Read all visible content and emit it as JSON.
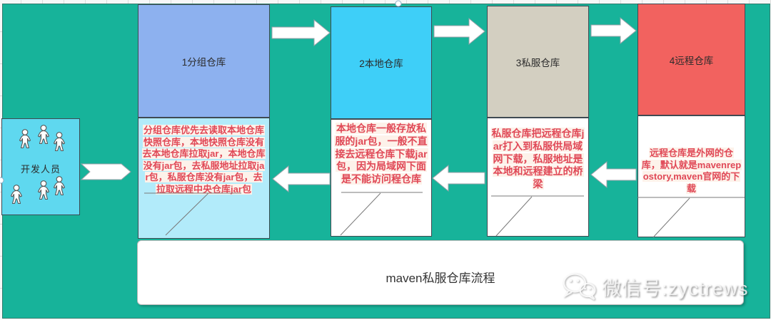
{
  "diagram": {
    "title": "maven私服仓库流程",
    "developers_label": "开发人员",
    "stages": [
      {
        "label": "1分组仓库",
        "fill": "#8db1ef",
        "note": "分组仓库优先去读取本地仓库快照仓库，本地快照仓库没有去本地仓库拉取jar，本地仓库没有jar包，去私服地址拉取jar包，私服仓库没有jar包，去拉取远程中央仓库jar包",
        "note_bg": "#b2ebfa"
      },
      {
        "label": "2本地仓库",
        "fill": "#3ecff8",
        "note": "本地仓库一般存放私服的jar包，一般不直接去远程仓库下载jar包，因为局域网下面是不能访问程仓库",
        "note_bg": "#ffffff"
      },
      {
        "label": "3私服仓库",
        "fill": "#d3cfc1",
        "note": "私服仓库把远程仓库jar打入到私服供局域网下载，私服地址是本地和远程建立的桥梁",
        "note_bg": "#ffffff"
      },
      {
        "label": "4远程仓库",
        "fill": "#f2625f",
        "note": "远程仓库是外网的仓库，默认就是mavenrepostory,maven官网的下载",
        "note_bg": "#ffffff"
      }
    ],
    "colors": {
      "canvas_background": "#17b39a",
      "developer_box": "#5fd8ef",
      "note_text": "#e04856",
      "note_highlight": "#fdf2ea",
      "arrow_fill": "#ffffff",
      "shape_border": "#3f4a52"
    }
  },
  "watermark": {
    "label": "微信号:zyctrews",
    "icon": "wechat-icon"
  }
}
